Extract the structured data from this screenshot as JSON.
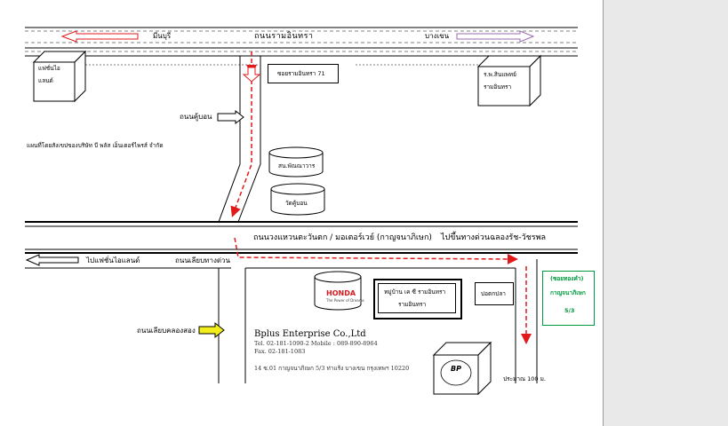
{
  "roads": {
    "ramintra": "ถนนรามอินทรา",
    "minburi": "มีนบุรี",
    "bangkhen": "บางเขน",
    "kubon": "ถนนคู้บอน",
    "ring_road": "ถนนวงแหวนตะวันตก / มอเตอร์เวย์ (กาญจนาภิเษก)",
    "expressway": "ไปขึ้นทางด่วนฉลองรัช-วัชรพล",
    "to_fashion_island": "ไปแฟชั่นไอแลนด์",
    "side_road": "ถนนเลียบทางด่วน",
    "canal_road": "ถนนเลียบคลองสอง"
  },
  "landmarks": {
    "fashion_island": [
      "แฟชั่นไอ",
      "แลนด์"
    ],
    "synphaet": [
      "ร.พ.สินแพทย์",
      "รามอินทรา"
    ],
    "soi_ramintra_71": "ซอยรามอินทรา 71",
    "panyaindra": "สน.พัณณาวาร",
    "wat_kubon": "วัดคู้บอน",
    "location_note": "แผนที่โดยสังเขปของบริษัท  บี พลัส  เอ็นเตอร์ไพรส์  จำกัด",
    "honda": "HONDA",
    "honda_sub": "The Power of Dreams",
    "village": [
      "หมู่บ้าน เค ซี รามอินทรา",
      "รามอินทรา"
    ],
    "pond": "บ่อตกปลา",
    "soi_entrance": [
      "(ซอยทองคำ)",
      "กาญจนาภิเษก",
      "5/3"
    ],
    "distance": "ประมาณ 100 ม.",
    "bp_logo": "BP"
  },
  "company": {
    "name": "Bplus Enterprise Co.,Ltd",
    "tel": "Tel. 02-181-1090-2  Mobile : 089-890-8964",
    "fax": "Fax. 02-181-1083",
    "address": "14 ซ.01 กาญจนาภิเษก 5/3 ท่าแร้ง บางเขน กรุงเทพฯ 10220"
  },
  "colors": {
    "route": "#e0191b",
    "arrow_purple": "#9b6bb0",
    "arrow_yellow": "#f2ee1c",
    "box_green": "#009a3e"
  }
}
